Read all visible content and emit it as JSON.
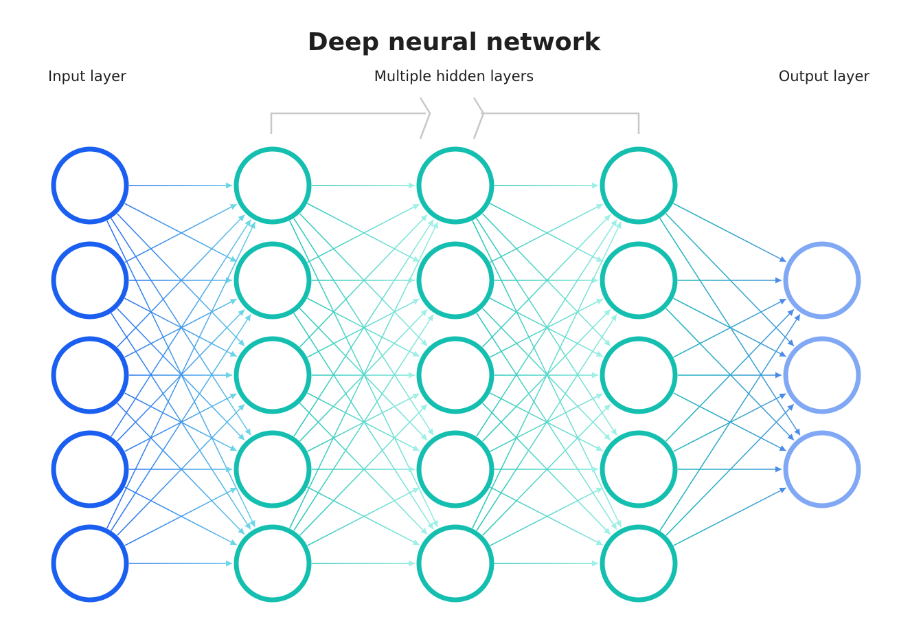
{
  "title": "Deep neural network",
  "labels": {
    "input": "Input layer",
    "hidden": "Multiple hidden layers",
    "output": "Output layer"
  },
  "layers": [
    {
      "role": "input",
      "nodes": 5,
      "color": "#1a5ff0"
    },
    {
      "role": "hidden",
      "nodes": 5,
      "color": "#14bfb0"
    },
    {
      "role": "hidden",
      "nodes": 5,
      "color": "#14bfb0"
    },
    {
      "role": "hidden",
      "nodes": 5,
      "color": "#14bfb0"
    },
    {
      "role": "output",
      "nodes": 3,
      "color": "#80a8f5"
    }
  ],
  "edge_colors": [
    {
      "start": "#1a5ff0",
      "end": "#6ad6e6"
    },
    {
      "start": "#14bfb0",
      "end": "#9ef0e6"
    },
    {
      "start": "#14bfb0",
      "end": "#9ef0e6"
    },
    {
      "start": "#14bfb0",
      "end": "#4b8be8"
    }
  ],
  "connectivity": "fully-connected"
}
